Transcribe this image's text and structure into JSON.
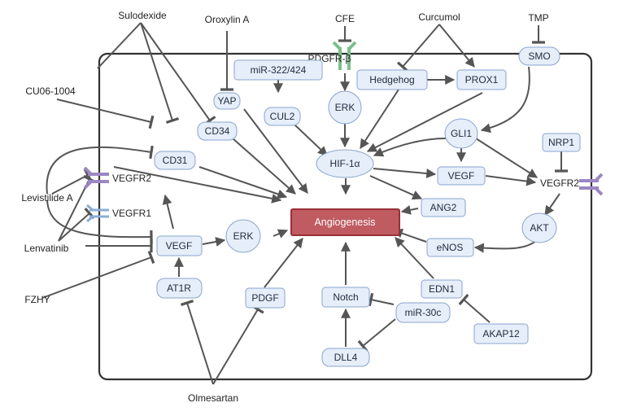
{
  "external": {
    "sulodexide": "Sulodexide",
    "oroxylin_a": "Oroxylin A",
    "cfe": "CFE",
    "curcumol": "Curcumol",
    "tmp": "TMP",
    "cu06": "CU06-1004",
    "levistilide": "Levistilide A",
    "lenvatinib": "Lenvatinib",
    "fzhy": "FZHY",
    "olmesartan": "Olmesartan"
  },
  "receptors": {
    "pdgfrb": "PDGFR-β",
    "vegfr2_left": "VEGFR2",
    "vegfr1": "VEGFR1",
    "vegfr2_right": "VEGFR2"
  },
  "nodes": {
    "yap": "YAP",
    "cd34": "CD34",
    "mir322": "miR-322/424",
    "cul2": "CUL2",
    "hedgehog": "Hedgehog",
    "prox1": "PROX1",
    "erk_top": "ERK",
    "smo": "SMO",
    "gli1": "GLI1",
    "nrp1": "NRP1",
    "cd31": "CD31",
    "hif1a": "HIF-1α",
    "vegf_mid": "VEGF",
    "ang2": "ANG2",
    "vegf_left": "VEGF",
    "erk_left": "ERK",
    "akt": "AKT",
    "enos": "eNOS",
    "at1r": "AT1R",
    "pdgf": "PDGF",
    "notch": "Notch",
    "mir30c": "miR-30c",
    "edn1": "EDN1",
    "akap12": "AKAP12",
    "dll4": "DLL4",
    "angiogenesis": "Angiogenesis"
  },
  "colors": {
    "node_fill": "#e6eefa",
    "node_border": "#8aa4cc",
    "center_fill": "#bf5b61",
    "center_border": "#9a2f37",
    "edge": "#555555",
    "pdgfr_icon": "#7bbf8a",
    "vegfr_icon": "#9b86c4",
    "vegfr1_icon": "#8aaed6"
  },
  "icons": {
    "pdgfrb": "receptor-icon",
    "vegfr2_left": "receptor-icon",
    "vegfr1": "receptor-icon",
    "vegfr2_right": "receptor-icon"
  }
}
